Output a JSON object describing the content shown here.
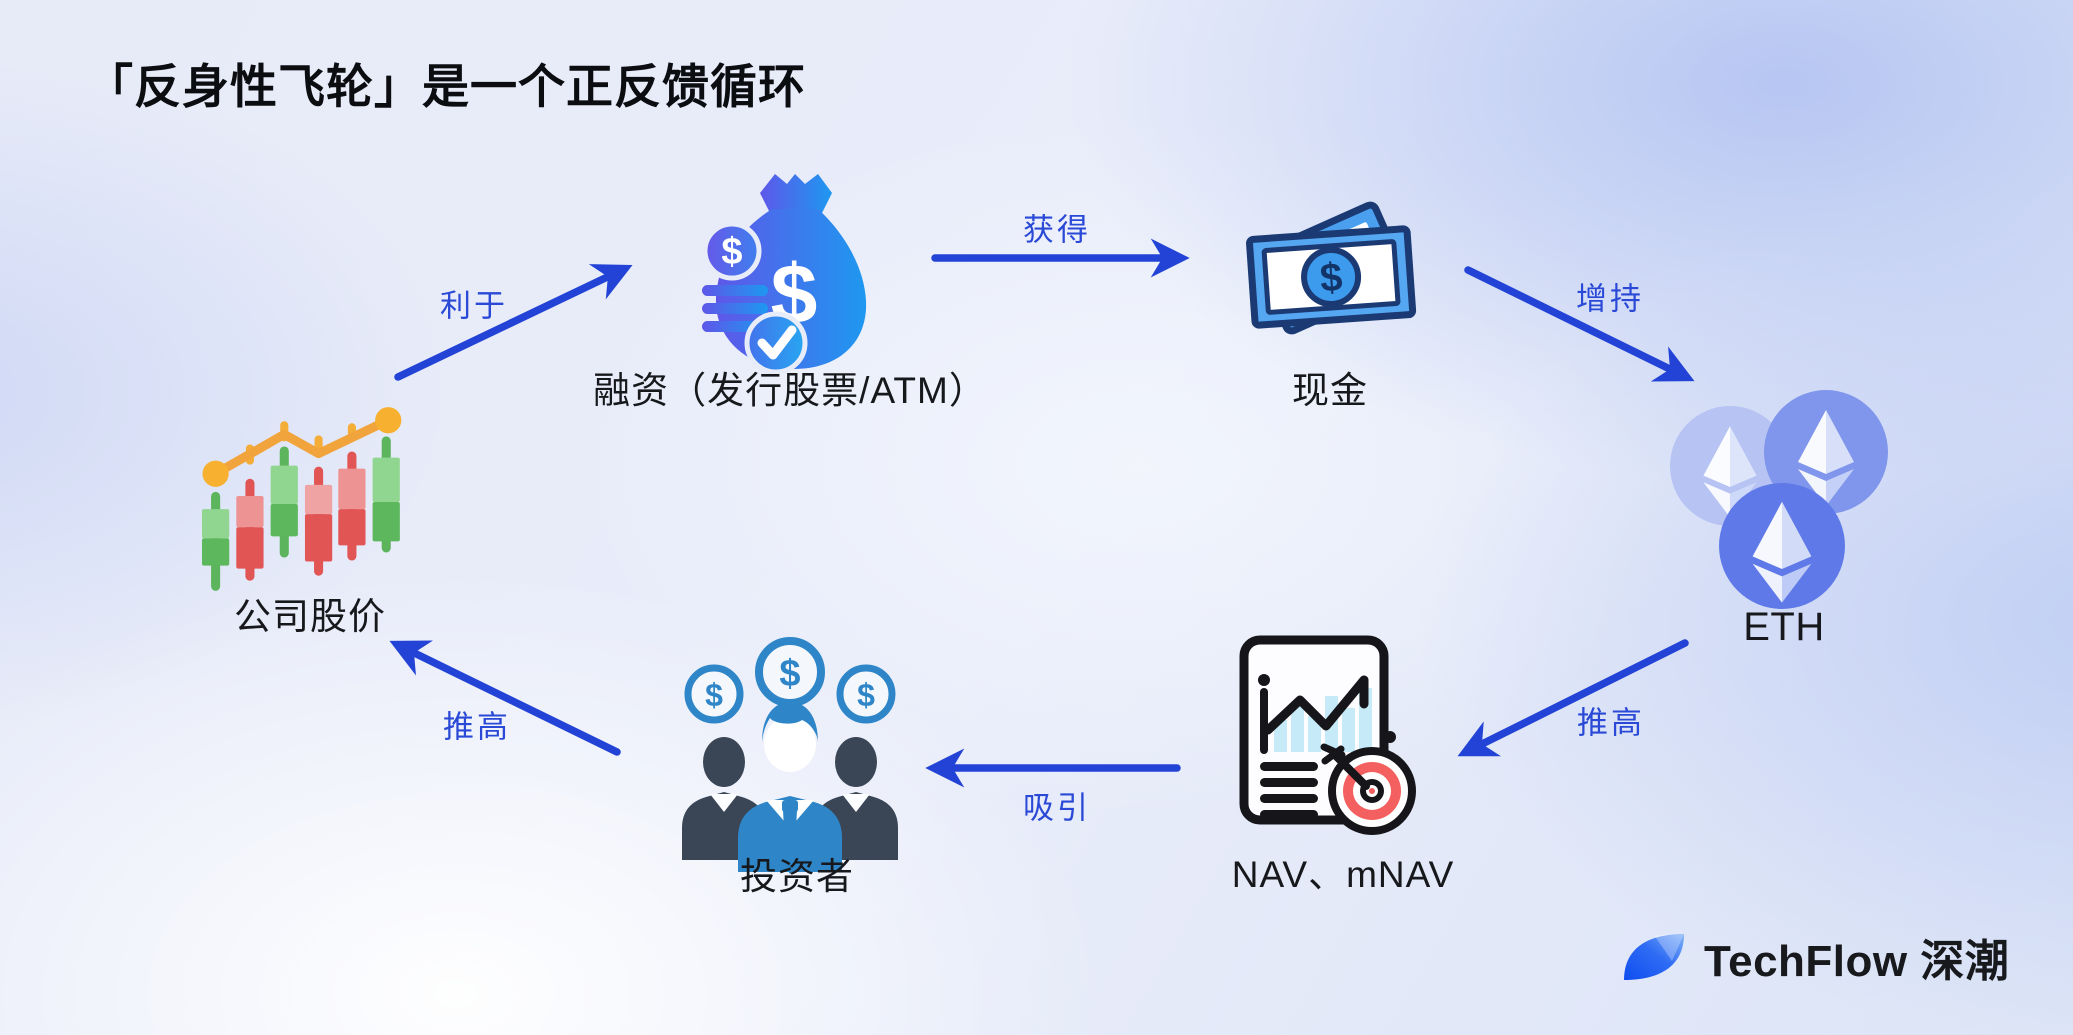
{
  "title": "「反身性飞轮」是一个正反馈循环",
  "nodes": {
    "stock_price": {
      "label": "公司股价",
      "icon": "candlestick-chart-icon"
    },
    "financing": {
      "label": "融资（发行股票/ATM）",
      "icon": "money-bag-icon"
    },
    "cash": {
      "label": "现金",
      "icon": "banknote-icon"
    },
    "eth": {
      "label": "ETH",
      "icon": "eth-coins-icon"
    },
    "nav": {
      "label": "NAV、mNAV",
      "icon": "report-target-icon"
    },
    "investors": {
      "label": "投资者",
      "icon": "investors-icon"
    }
  },
  "edges": [
    {
      "from": "公司股价",
      "to": "融资（发行股票/ATM）",
      "label": "利于"
    },
    {
      "from": "融资（发行股票/ATM）",
      "to": "现金",
      "label": "获得"
    },
    {
      "from": "现金",
      "to": "ETH",
      "label": "增持"
    },
    {
      "from": "ETH",
      "to": "NAV、mNAV",
      "label": "推高"
    },
    {
      "from": "NAV、mNAV",
      "to": "投资者",
      "label": "吸引"
    },
    {
      "from": "投资者",
      "to": "公司股价",
      "label": "推高"
    }
  ],
  "branding": {
    "logo_text": "TechFlow 深潮"
  },
  "glyphs": {
    "dollar": "$"
  },
  "colors": {
    "arrow": "#2243d6",
    "arrow_label": "#2a49d6",
    "title": "#0c0d11",
    "candle_green": "#5db75d",
    "candle_red": "#e25555",
    "trend_orange": "#f2a43c",
    "icon_blue_gradient": [
      "#5e57e9",
      "#1e98f0"
    ],
    "eth_coin_blues": [
      "#b6c3f3",
      "#8096ec",
      "#5f7ae8"
    ],
    "target_red": "#f3605f",
    "people_blue": "#2e86c8",
    "people_dark": "#3a4656"
  }
}
